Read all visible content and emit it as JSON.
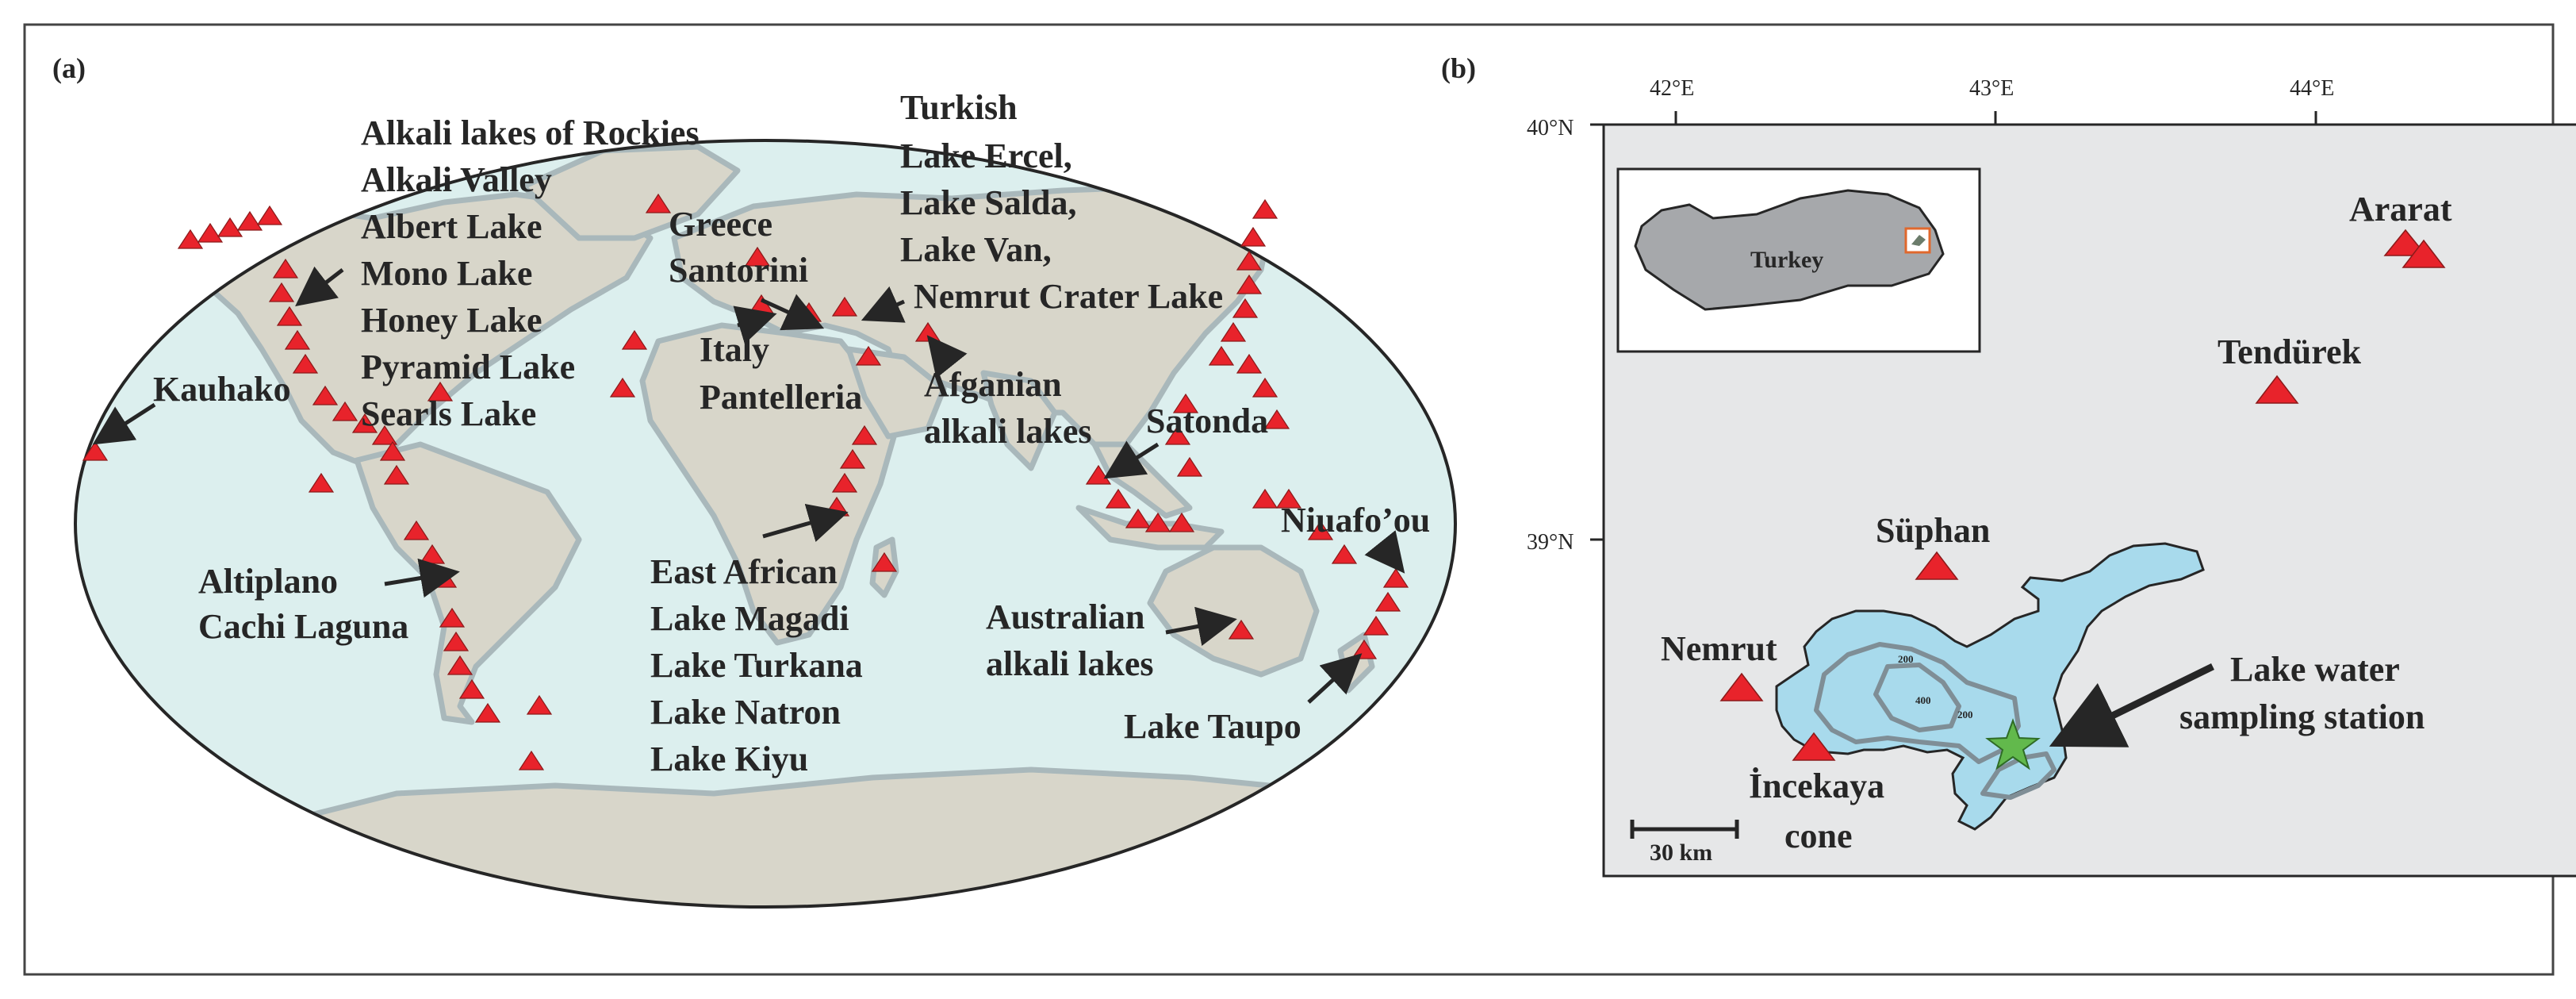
{
  "panels": {
    "a": "(a)",
    "b": "(b)"
  },
  "world_labels": {
    "rockies": "Alkali lakes of Rockies",
    "alkali_valley": "Alkali Valley",
    "albert": "Albert Lake",
    "mono": "Mono Lake",
    "honey": "Honey Lake",
    "pyramid": "Pyramid Lake",
    "searls": "Searls Lake",
    "kauhako": "Kauhako",
    "altiplano": "Altiplano",
    "cachi": "Cachi Laguna",
    "greece": "Greece",
    "santorini": "Santorini",
    "italy": "Italy",
    "pantelleria": "Pantelleria",
    "turkish": "Turkish",
    "ercel": "Lake Ercel,",
    "salda": "Lake Salda,",
    "van": "Lake Van,",
    "nemrut_crater": "Nemrut Crater Lake",
    "afganian": "Afganian",
    "afganian2": "alkali lakes",
    "satonda": "Satonda",
    "east_african": "East African",
    "magadi": "Lake Magadi",
    "turkana": "Lake Turkana",
    "natron": "Lake Natron",
    "kiyu": "Lake Kiyu",
    "australian": "Australian",
    "australian2": "alkali lakes",
    "niuafoou": "Niuafo’ou",
    "taupo": "Lake Taupo"
  },
  "local_map": {
    "lon_ticks": [
      "42°E",
      "43°E",
      "44°E"
    ],
    "lat_ticks": [
      "40°N",
      "39°N"
    ],
    "inset_label": "Turkey",
    "volcanoes": {
      "ararat": "Ararat",
      "tendurek": "Tendürek",
      "suphan": "Süphan",
      "nemrut": "Nemrut",
      "incekaya1": "İncekaya",
      "incekaya2": "cone"
    },
    "station1": "Lake water",
    "station2": "sampling station",
    "depth_200a": "200",
    "depth_400": "400",
    "depth_200b": "200",
    "scale": "30 km"
  },
  "colors": {
    "ocean": "#dcefee",
    "land": "#d8d6ca",
    "coast": "#a9b8bb",
    "volcano": "#e8232b",
    "lake": "#a8daec",
    "map_bg": "#e6e7e8",
    "star": "#62b94c"
  }
}
